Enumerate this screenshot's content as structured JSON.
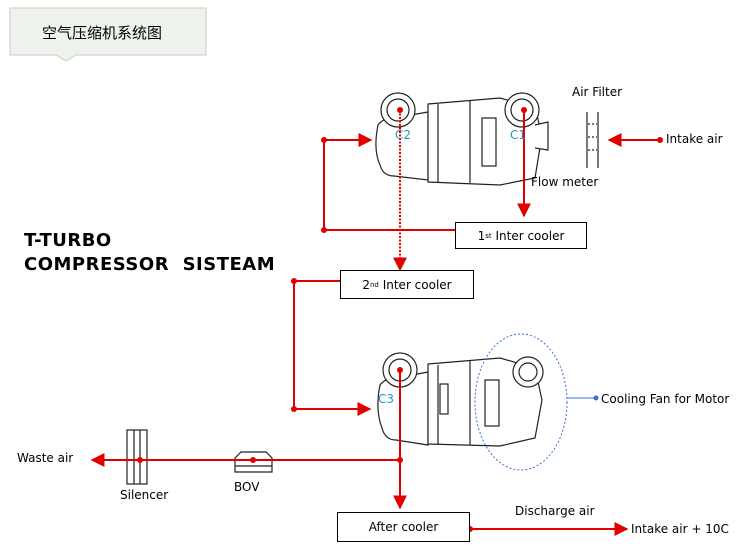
{
  "header": {
    "title": "空气压缩机系统图"
  },
  "heading": {
    "line1": "T-TURBO",
    "line2": "COMPRESSOR  SISTEAM"
  },
  "labels": {
    "air_filter": "Air Filter",
    "intake_air": "Intake air",
    "flow_meter": "Flow meter",
    "c1": "C1",
    "c2": "C2",
    "c3": "C3",
    "cooling_fan": "Cooling Fan for Motor",
    "waste_air": "Waste air",
    "silencer": "Silencer",
    "bov": "BOV",
    "discharge_air": "Discharge air",
    "intake_air_10c": "Intake air + 10C"
  },
  "boxes": {
    "first_cooler": {
      "num": "1",
      "sup": "st",
      "text": " Inter cooler"
    },
    "second_cooler": {
      "num": "2",
      "sup": "nd",
      "text": " Inter cooler"
    },
    "after_cooler": "After cooler"
  },
  "colors": {
    "flow_line": "#e00000",
    "label_blue": "#2596be",
    "fan_outline": "#3a6fd8",
    "header_bg": "#edf1ea"
  }
}
